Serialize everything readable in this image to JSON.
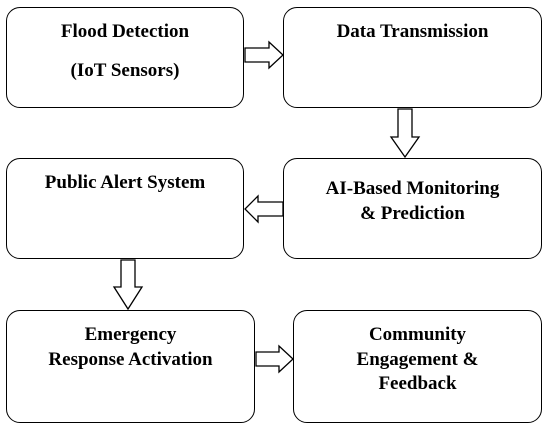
{
  "boxes": {
    "flood_detection": {
      "lines": [
        "Flood Detection",
        "(IoT Sensors)"
      ]
    },
    "data_transmission": {
      "lines": [
        "Data Transmission"
      ]
    },
    "public_alert": {
      "lines": [
        "Public Alert System"
      ]
    },
    "ai_monitoring": {
      "lines": [
        "AI-Based Monitoring",
        "& Prediction"
      ]
    },
    "emergency_response": {
      "lines": [
        "Emergency",
        "Response Activation"
      ]
    },
    "community_engagement": {
      "lines": [
        "Community",
        "Engagement &",
        "Feedback"
      ]
    }
  },
  "arrows": [
    {
      "from": "Flood Detection",
      "to": "Data Transmission",
      "direction": "right"
    },
    {
      "from": "Data Transmission",
      "to": "AI-Based Monitoring & Prediction",
      "direction": "down"
    },
    {
      "from": "AI-Based Monitoring & Prediction",
      "to": "Public Alert System",
      "direction": "left"
    },
    {
      "from": "Public Alert System",
      "to": "Emergency Response Activation",
      "direction": "down"
    },
    {
      "from": "Emergency Response Activation",
      "to": "Community Engagement & Feedback",
      "direction": "right"
    }
  ]
}
